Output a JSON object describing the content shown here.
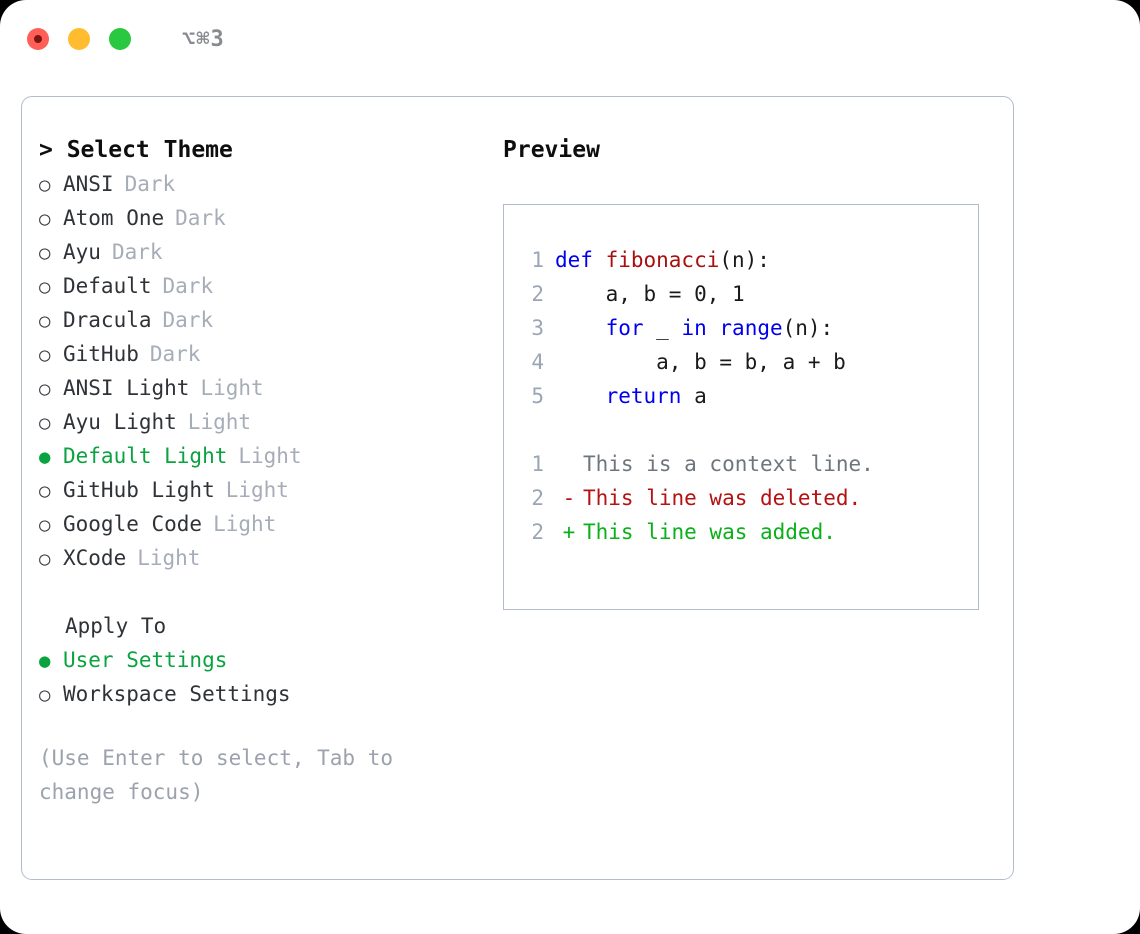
{
  "titlebar": {
    "shortcut": "⌥⌘3",
    "lights": [
      {
        "name": "close",
        "color": "#ff5f57"
      },
      {
        "name": "minimize",
        "color": "#febc2e"
      },
      {
        "name": "maximize",
        "color": "#28c840"
      }
    ]
  },
  "theme_picker": {
    "header": "> Select Theme",
    "selected_color": "#0aa33f",
    "bullet_on": "●",
    "bullet_off": "○",
    "items": [
      {
        "label": "ANSI",
        "variant": "Dark",
        "selected": false
      },
      {
        "label": "Atom One",
        "variant": "Dark",
        "selected": false
      },
      {
        "label": "Ayu",
        "variant": "Dark",
        "selected": false
      },
      {
        "label": "Default",
        "variant": "Dark",
        "selected": false
      },
      {
        "label": "Dracula",
        "variant": "Dark",
        "selected": false
      },
      {
        "label": "GitHub",
        "variant": "Dark",
        "selected": false
      },
      {
        "label": "ANSI Light",
        "variant": "Light",
        "selected": false
      },
      {
        "label": "Ayu Light",
        "variant": "Light",
        "selected": false
      },
      {
        "label": "Default Light",
        "variant": "Light",
        "selected": true
      },
      {
        "label": "GitHub Light",
        "variant": "Light",
        "selected": false
      },
      {
        "label": "Google Code",
        "variant": "Light",
        "selected": false
      },
      {
        "label": "XCode",
        "variant": "Light",
        "selected": false
      }
    ]
  },
  "apply_to": {
    "title": "Apply To",
    "items": [
      {
        "label": "User Settings",
        "selected": true
      },
      {
        "label": "Workspace Settings",
        "selected": false
      }
    ]
  },
  "hint": "(Use Enter to select, Tab to change focus)",
  "preview": {
    "title": "Preview",
    "code_lines": [
      {
        "no": "1",
        "tokens": [
          {
            "t": "def ",
            "c": "kw"
          },
          {
            "t": "fibonacci",
            "c": "fn"
          },
          {
            "t": "(n):",
            "c": "pl"
          }
        ]
      },
      {
        "no": "2",
        "tokens": [
          {
            "t": "    a, b = 0, 1",
            "c": "pl"
          }
        ]
      },
      {
        "no": "3",
        "tokens": [
          {
            "t": "    ",
            "c": "pl"
          },
          {
            "t": "for",
            "c": "kw"
          },
          {
            "t": " _ ",
            "c": "pl"
          },
          {
            "t": "in",
            "c": "kw"
          },
          {
            "t": " ",
            "c": "pl"
          },
          {
            "t": "range",
            "c": "kw"
          },
          {
            "t": "(n):",
            "c": "pl"
          }
        ]
      },
      {
        "no": "4",
        "tokens": [
          {
            "t": "        a, b = b, a + b",
            "c": "pl"
          }
        ]
      },
      {
        "no": "5",
        "tokens": [
          {
            "t": "    ",
            "c": "pl"
          },
          {
            "t": "return",
            "c": "kw"
          },
          {
            "t": " a",
            "c": "pl"
          }
        ]
      }
    ],
    "diff_lines": [
      {
        "no": "1",
        "mark": "",
        "text": "This is a context line.",
        "kind": "ctx"
      },
      {
        "no": "2",
        "mark": "-",
        "text": "This line was deleted.",
        "kind": "del"
      },
      {
        "no": "2",
        "mark": "+",
        "text": "This line was added.",
        "kind": "add"
      }
    ]
  },
  "colors": {
    "keyword": "#0000ee",
    "function": "#a81010",
    "lineno": "#9aa5b5",
    "diff_context": "#6f757d",
    "diff_deleted": "#b51111",
    "diff_added": "#0ab019",
    "variant_label": "#a6adb8",
    "border": "#b3bccd"
  }
}
